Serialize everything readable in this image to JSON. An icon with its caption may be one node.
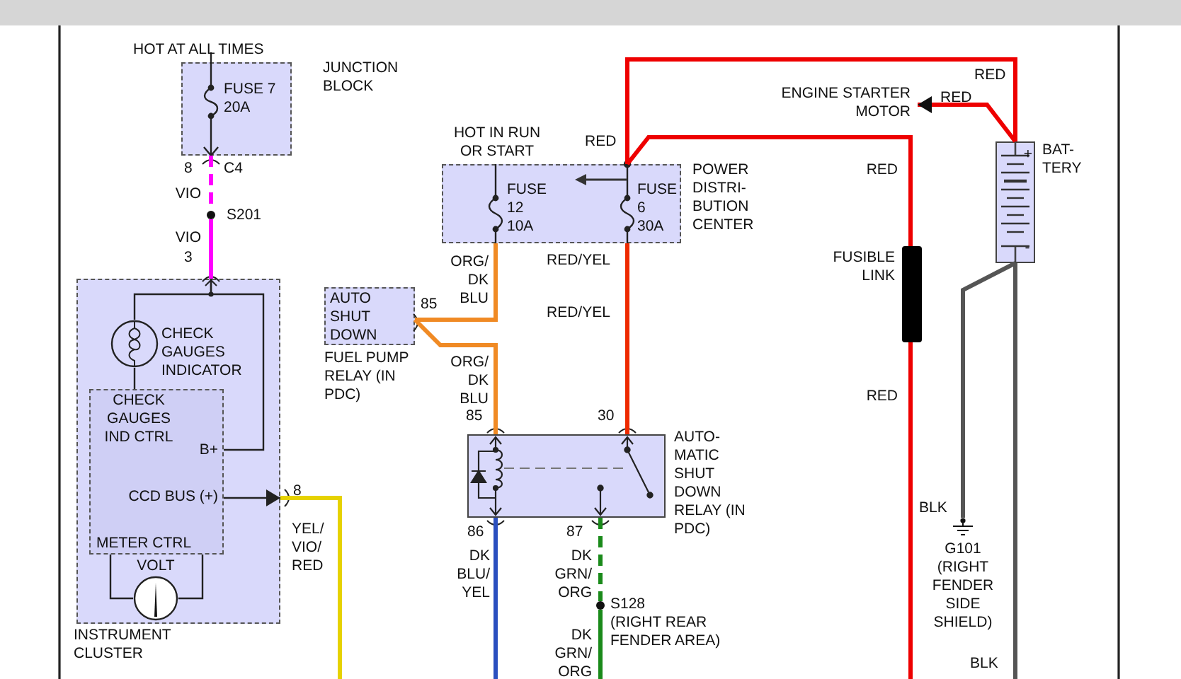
{
  "diagram": {
    "nodes": [
      {
        "text": [
          "FUSE 7 20A",
          "JUNCTION BLOCK"
        ]
      },
      {
        "text": [
          "INSTRUMENT CLUSTER"
        ]
      },
      {
        "text": [],
        "shape": "circle",
        "in": 1,
        "beside": [
          "CHECK GAUGES INDICATOR"
        ]
      },
      {
        "text": [
          "CHECK GAUGES IND CTRL",
          "B+",
          "CCD BUS (+)",
          "METER CTRL"
        ],
        "in": 1
      },
      {
        "text": [],
        "shape": "circle",
        "in": 1,
        "beside": [
          "VOLT"
        ]
      },
      {
        "text": [
          "AUTO SHUT DOWN",
          "FUEL PUMP RELAY (IN PDC)"
        ]
      },
      {
        "text": [
          "FUSE 12 10A",
          "FUSE 6 30A",
          "POWER DISTRI- BUTION CENTER"
        ],
        "beside": [
          "HOT IN RUN OR START"
        ]
      },
      {
        "text": [
          "AUTO- MATIC SHUT DOWN RELAY (IN PDC)"
        ]
      },
      {
        "text": [
          "ENGINE STARTER MOTOR"
        ]
      },
      {
        "text": [
          "+",
          "-",
          "BAT- TERY"
        ]
      },
      {
        "text": [],
        "shape": "bar",
        "beside": [
          "FUSIBLE LINK"
        ]
      },
      {
        "text": [
          "G101 (RIGHT FENDER SIDE SHIELD)"
        ]
      },
      {
        "text": [],
        "shape": "circle",
        "beside": [
          "S201"
        ]
      },
      {
        "text": [],
        "shape": "circle",
        "beside": [
          "S128",
          "(RIGHT REAR FENDER AREA)"
        ]
      }
    ],
    "edges": [
      {
        "from": 0,
        "to": 12,
        "arrow": "none",
        "label": "VIO",
        "style": "dashed",
        "color": "#ff00ff"
      },
      {
        "from": 12,
        "to": 1,
        "arrow": "none",
        "label": "VIO",
        "color": "#ff00ff"
      },
      {
        "from": 1,
        "to": 2,
        "arrow": "none"
      },
      {
        "from": 1,
        "to": 3,
        "arrow": "none"
      },
      {
        "from": 2,
        "to": 3,
        "arrow": "none"
      },
      {
        "from": 3,
        "to": 4,
        "arrow": "none"
      },
      {
        "from": 3,
        "to": 4,
        "arrow": "none"
      },
      {
        "from": 3,
        "to": 1,
        "arrow": "to"
      },
      {
        "from": 1,
        "to": null,
        "arrow": "none",
        "label": "YEL/ VIO/ RED",
        "color": "#e6d200"
      },
      {
        "from": 9,
        "to": 6,
        "arrow": "none",
        "label": "RED",
        "color": "#ee0000"
      },
      {
        "from": 6,
        "to": 10,
        "arrow": "none",
        "label": "RED",
        "color": "#ee0000"
      },
      {
        "from": 10,
        "to": null,
        "arrow": "none",
        "label": "RED",
        "color": "#ee0000"
      },
      {
        "from": 9,
        "to": 8,
        "arrow": "to",
        "label": "RED",
        "color": "#ee0000"
      },
      {
        "from": 6,
        "to": 5,
        "arrow": "none",
        "label": "ORG/ DK BLU",
        "color": "#f08a24"
      },
      {
        "from": 5,
        "to": 7,
        "arrow": "none",
        "label": "ORG/ DK BLU",
        "color": "#f08a24"
      },
      {
        "from": 6,
        "to": 7,
        "arrow": "none",
        "label": "RED/YEL",
        "color": "#ee2a00"
      },
      {
        "from": 7,
        "to": null,
        "arrow": "none",
        "label": "DK BLU/ YEL",
        "color": "#2a4fbf"
      },
      {
        "from": 7,
        "to": 13,
        "arrow": "none",
        "label": "DK GRN/ ORG",
        "style": "dashed",
        "color": "#1a8a1a"
      },
      {
        "from": 13,
        "to": null,
        "arrow": "none",
        "label": "DK GRN/ ORG",
        "color": "#1a8a1a"
      },
      {
        "from": 9,
        "to": 11,
        "arrow": "none",
        "label": "BLK",
        "color": "#555555"
      },
      {
        "from": 9,
        "to": null,
        "arrow": "none",
        "label": "BLK",
        "color": "#555555"
      }
    ],
    "labels": [
      "HOT AT ALL TIMES",
      "8",
      "C4",
      "3",
      "RED",
      "85",
      "8",
      "RED/YEL",
      "30",
      "85",
      "86",
      "87"
    ]
  }
}
